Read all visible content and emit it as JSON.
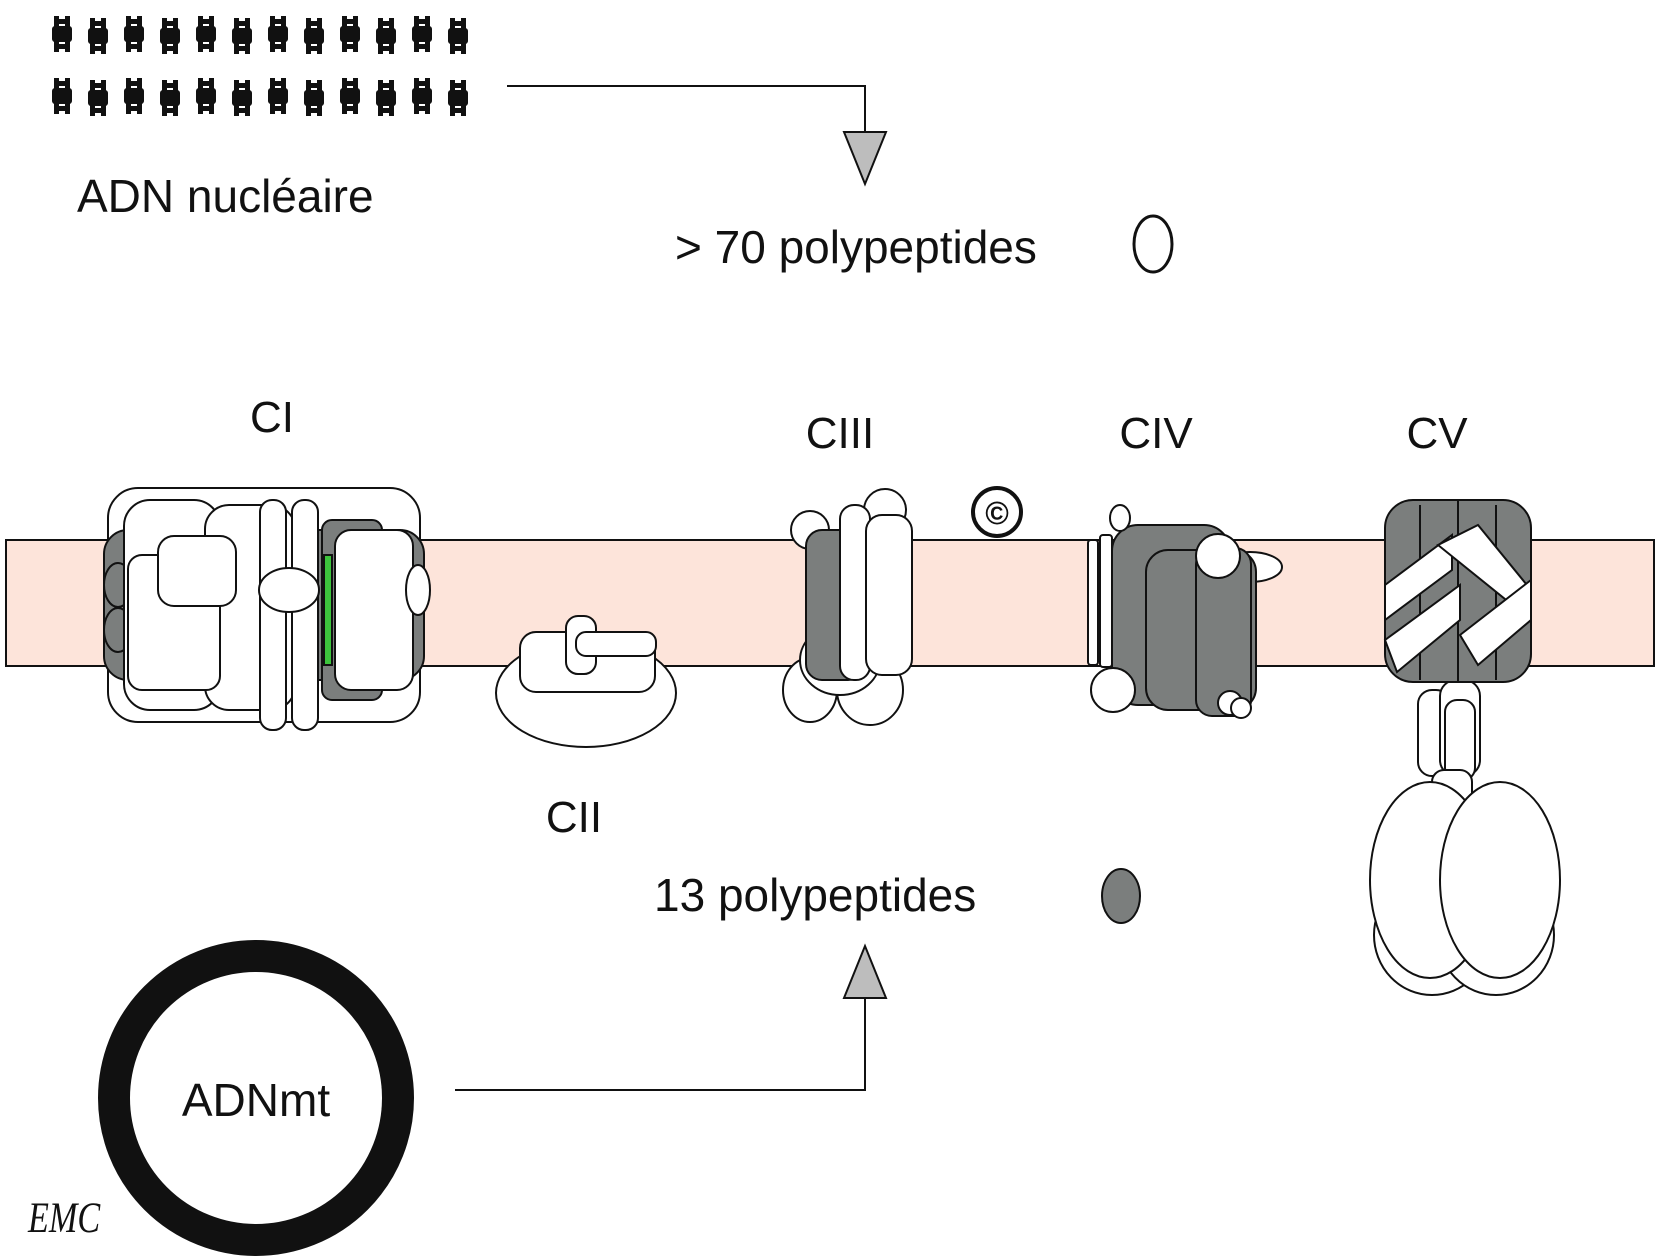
{
  "labels": {
    "nuclear_dna": "ADN nucléaire",
    "nuclear_polypeptides": "> 70 polypeptides",
    "mt_polypeptides": "13 polypeptides",
    "mt_dna": "ADNmt",
    "complex_1": "CI",
    "complex_2": "CII",
    "complex_3": "CIII",
    "complex_4": "CIV",
    "complex_5": "CV",
    "cytochrome_c": "©"
  },
  "logo": {
    "text": "EMC"
  },
  "icons": {
    "nuclear_dna": "chromosomes-icon",
    "mt_dna": "circular-dna-icon",
    "nuclear_polypeptide_marker": "white-ellipse-icon",
    "mt_polypeptide_marker": "gray-ellipse-icon",
    "arrow": "triangle-arrow-icon"
  },
  "colors": {
    "membrane": "#fde4da",
    "mt_subunit": "#7b7e7d",
    "nuclear_subunit": "#ffffff",
    "outline": "#111111",
    "arrow_head": "#bdbdbd",
    "highlight": "#3cc43c"
  }
}
